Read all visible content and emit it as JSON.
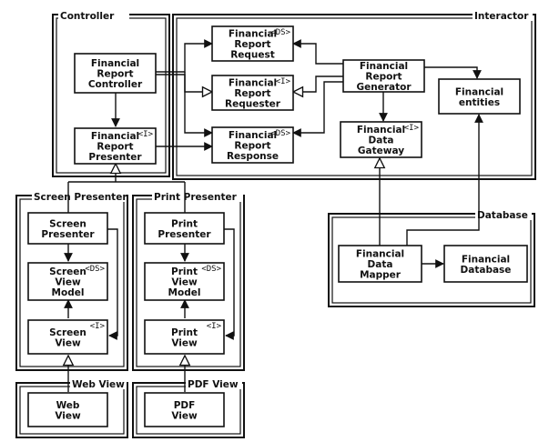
{
  "groups": {
    "controller": "Controller",
    "interactor": "Interactor",
    "screen_presenter": "Screen Presenter",
    "print_presenter": "Print Presenter",
    "database": "Database",
    "web_view": "Web View",
    "pdf_view": "PDF View"
  },
  "nodes": {
    "frc": {
      "lines": [
        "Financial",
        "Report",
        "Controller"
      ],
      "stereotype": ""
    },
    "frp": {
      "lines": [
        "Financial",
        "Report",
        "Presenter"
      ],
      "stereotype": "<I>"
    },
    "frq": {
      "lines": [
        "Financial",
        "Report",
        "Request"
      ],
      "stereotype": "<DS>"
    },
    "frr": {
      "lines": [
        "Financial",
        "Report",
        "Requester"
      ],
      "stereotype": "<I>"
    },
    "frs": {
      "lines": [
        "Financial",
        "Report",
        "Response"
      ],
      "stereotype": "<DS>"
    },
    "frg": {
      "lines": [
        "Financial",
        "Report",
        "Generator"
      ],
      "stereotype": ""
    },
    "fe": {
      "lines": [
        "Financial",
        "entities"
      ],
      "stereotype": ""
    },
    "fdg": {
      "lines": [
        "Financial",
        "Data",
        "Gateway"
      ],
      "stereotype": "<I>"
    },
    "sp": {
      "lines": [
        "Screen",
        "Presenter"
      ],
      "stereotype": ""
    },
    "svm": {
      "lines": [
        "Screen",
        "View",
        "Model"
      ],
      "stereotype": "<DS>"
    },
    "sv": {
      "lines": [
        "Screen",
        "View"
      ],
      "stereotype": "<I>"
    },
    "pp": {
      "lines": [
        "Print",
        "Presenter"
      ],
      "stereotype": ""
    },
    "pvm": {
      "lines": [
        "Print",
        "View",
        "Model"
      ],
      "stereotype": "<DS>"
    },
    "pv": {
      "lines": [
        "Print",
        "View"
      ],
      "stereotype": "<I>"
    },
    "fdm": {
      "lines": [
        "Financial",
        "Data",
        "Mapper"
      ],
      "stereotype": ""
    },
    "fdb": {
      "lines": [
        "Financial",
        "Database"
      ],
      "stereotype": ""
    },
    "wv": {
      "lines": [
        "Web",
        "View"
      ],
      "stereotype": ""
    },
    "pdfv": {
      "lines": [
        "PDF",
        "View"
      ],
      "stereotype": ""
    }
  }
}
